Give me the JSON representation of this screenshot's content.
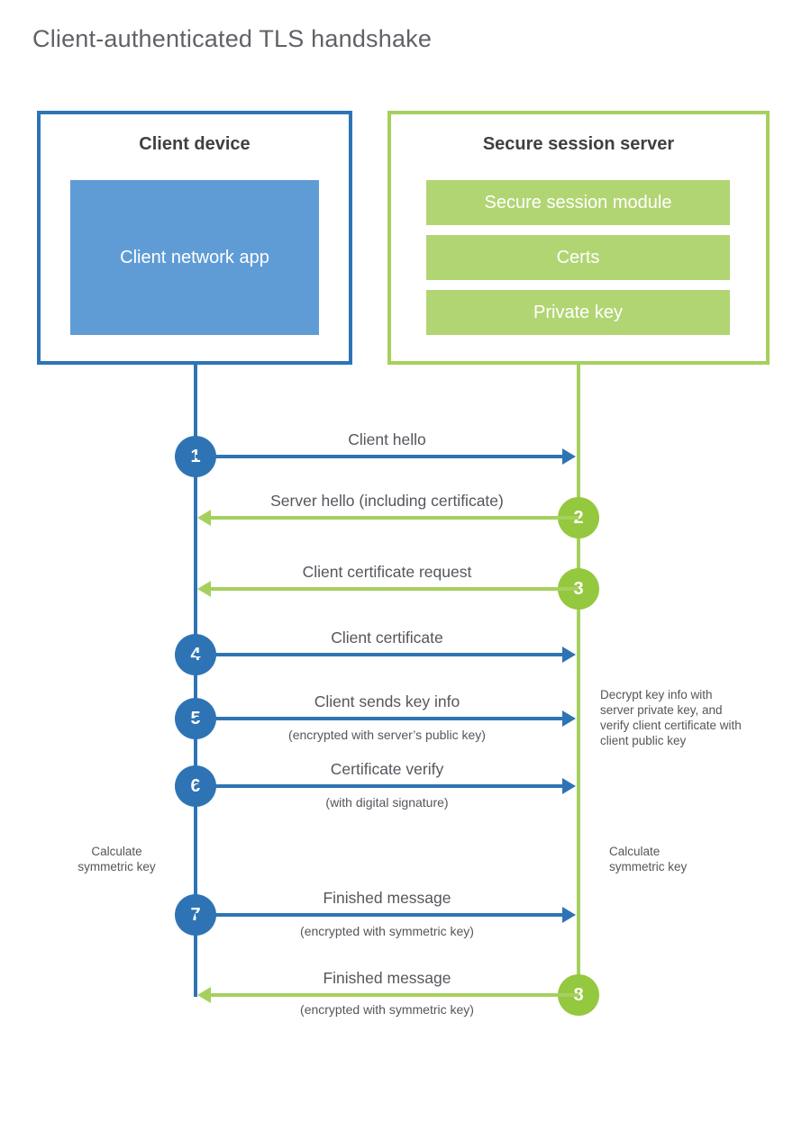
{
  "title": "Client-authenticated TLS handshake",
  "client": {
    "title": "Client device",
    "app_label": "Client network app"
  },
  "server": {
    "title": "Secure session server",
    "modules": [
      "Secure session module",
      "Certs",
      "Private key"
    ]
  },
  "messages": [
    {
      "num": "1",
      "from": "client",
      "label": "Client hello",
      "sublabel": ""
    },
    {
      "num": "2",
      "from": "server",
      "label": "Server hello (including certificate)",
      "sublabel": ""
    },
    {
      "num": "3",
      "from": "server",
      "label": "Client certificate request",
      "sublabel": ""
    },
    {
      "num": "4",
      "from": "client",
      "label": "Client certificate",
      "sublabel": ""
    },
    {
      "num": "5",
      "from": "client",
      "label": "Client sends key info",
      "sublabel": "(encrypted with server’s public key)"
    },
    {
      "num": "6",
      "from": "client",
      "label": "Certificate verify",
      "sublabel": "(with digital signature)"
    },
    {
      "num": "7",
      "from": "client",
      "label": "Finished message",
      "sublabel": "(encrypted with symmetric key)"
    },
    {
      "num": "8",
      "from": "server",
      "label": "Finished message",
      "sublabel": "(encrypted with symmetric key)"
    }
  ],
  "notes": {
    "decrypt": "Decrypt key info with server private key, and verify client certificate with client public key",
    "calc_client": "Calculate symmetric key",
    "calc_server": "Calculate symmetric key"
  },
  "colors": {
    "blue": "#2E74B5",
    "blue_fill": "#5F9CD6",
    "green_line": "#A6D05E",
    "green_circle": "#94C83E",
    "green_fill": "#B2D573"
  }
}
